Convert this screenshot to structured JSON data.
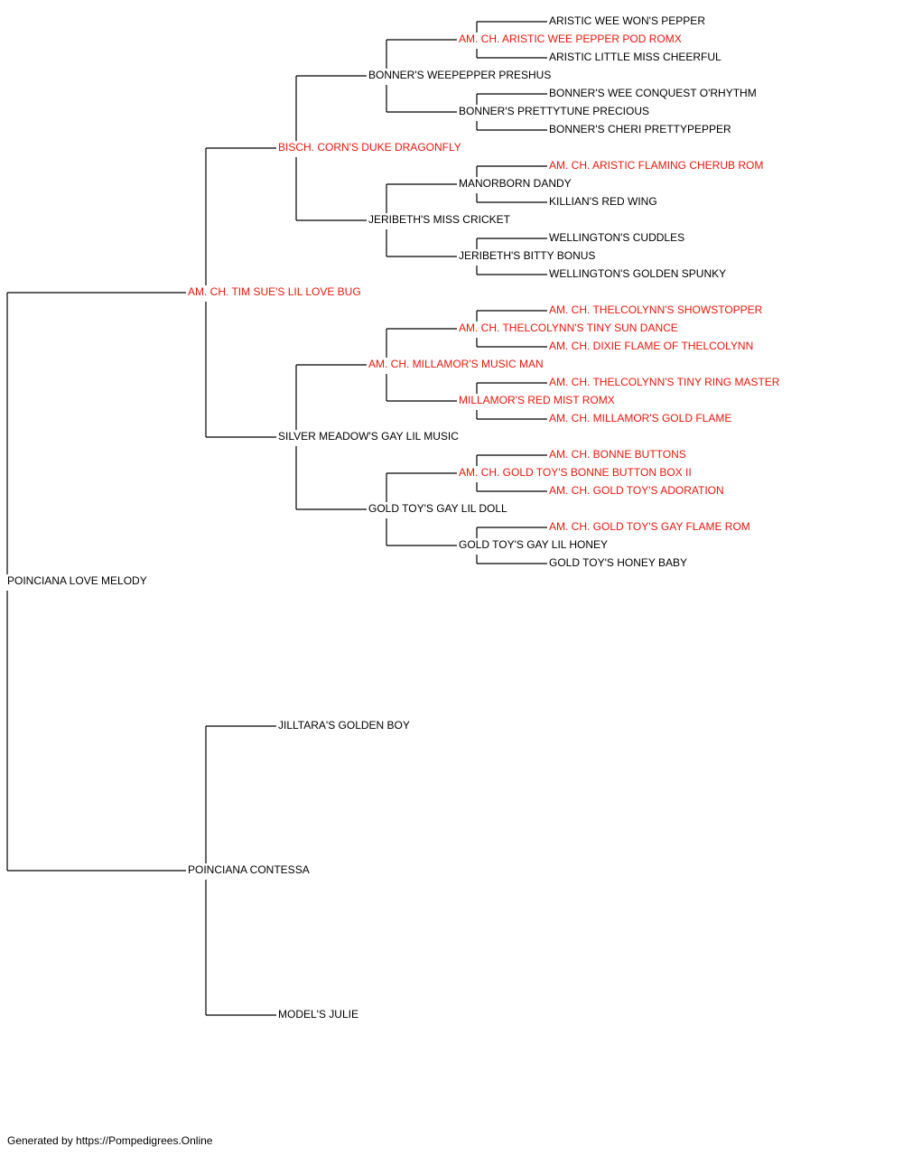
{
  "colors": {
    "champion": "#e8160c",
    "normal": "#000000",
    "line": "#000000"
  },
  "footer": "Generated by https://Pompedigrees.Online",
  "pedigree": {
    "name": "POINCIANA LOVE MELODY",
    "champion": false,
    "sire": {
      "name": "AM. CH. TIM SUE'S LIL LOVE BUG",
      "champion": true,
      "sire": {
        "name": "BISCH. CORN'S DUKE DRAGONFLY",
        "champion": true,
        "sire": {
          "name": "BONNER'S WEEPEPPER PRESHUS",
          "champion": false,
          "sire": {
            "name": "AM. CH. ARISTIC WEE PEPPER POD ROMX",
            "champion": true,
            "sire": {
              "name": "ARISTIC WEE WON'S PEPPER",
              "champion": false
            },
            "dam": {
              "name": "ARISTIC LITTLE MISS CHEERFUL",
              "champion": false
            }
          },
          "dam": {
            "name": "BONNER'S PRETTYTUNE PRECIOUS",
            "champion": false,
            "sire": {
              "name": "BONNER'S WEE CONQUEST O'RHYTHM",
              "champion": false
            },
            "dam": {
              "name": "BONNER'S CHERI PRETTYPEPPER",
              "champion": false
            }
          }
        },
        "dam": {
          "name": "JERIBETH'S MISS CRICKET",
          "champion": false,
          "sire": {
            "name": "MANORBORN DANDY",
            "champion": false,
            "sire": {
              "name": "AM. CH. ARISTIC FLAMING CHERUB ROM",
              "champion": true
            },
            "dam": {
              "name": "KILLIAN'S RED WING",
              "champion": false
            }
          },
          "dam": {
            "name": "JERIBETH'S BITTY BONUS",
            "champion": false,
            "sire": {
              "name": "WELLINGTON'S CUDDLES",
              "champion": false
            },
            "dam": {
              "name": "WELLINGTON'S GOLDEN SPUNKY",
              "champion": false
            }
          }
        }
      },
      "dam": {
        "name": "SILVER MEADOW'S GAY LIL MUSIC",
        "champion": false,
        "sire": {
          "name": "AM. CH. MILLAMOR'S MUSIC MAN",
          "champion": true,
          "sire": {
            "name": "AM. CH. THELCOLYNN'S TINY SUN DANCE",
            "champion": true,
            "sire": {
              "name": "AM. CH. THELCOLYNN'S SHOWSTOPPER",
              "champion": true
            },
            "dam": {
              "name": "AM. CH. DIXIE FLAME OF THELCOLYNN",
              "champion": true
            }
          },
          "dam": {
            "name": "MILLAMOR'S RED MIST ROMX",
            "champion": true,
            "sire": {
              "name": "AM. CH. THELCOLYNN'S TINY RING MASTER",
              "champion": true
            },
            "dam": {
              "name": "AM. CH. MILLAMOR'S GOLD FLAME",
              "champion": true
            }
          }
        },
        "dam": {
          "name": "GOLD TOY'S GAY LIL DOLL",
          "champion": false,
          "sire": {
            "name": "AM. CH. GOLD TOY'S BONNE BUTTON BOX II",
            "champion": true,
            "sire": {
              "name": "AM. CH. BONNE BUTTONS",
              "champion": true
            },
            "dam": {
              "name": "AM. CH. GOLD TOY'S ADORATION",
              "champion": true
            }
          },
          "dam": {
            "name": "GOLD TOY'S GAY LIL HONEY",
            "champion": false,
            "sire": {
              "name": "AM. CH. GOLD TOY'S GAY FLAME ROM",
              "champion": true
            },
            "dam": {
              "name": "GOLD TOY'S HONEY BABY",
              "champion": false
            }
          }
        }
      }
    },
    "dam": {
      "name": "POINCIANA CONTESSA",
      "champion": false,
      "sire": {
        "name": "JILLTARA'S GOLDEN BOY",
        "champion": false
      },
      "dam": {
        "name": "MODEL'S JULIE",
        "champion": false
      }
    }
  }
}
